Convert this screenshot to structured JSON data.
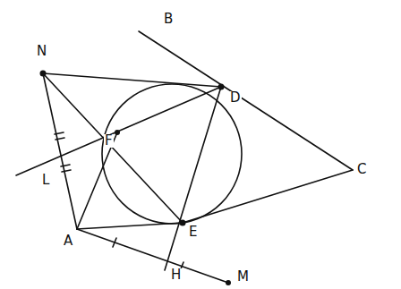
{
  "diagram": {
    "labels": [
      "N",
      "B",
      "D",
      "F",
      "L",
      "A",
      "H",
      "E",
      "M",
      "C"
    ]
  }
}
